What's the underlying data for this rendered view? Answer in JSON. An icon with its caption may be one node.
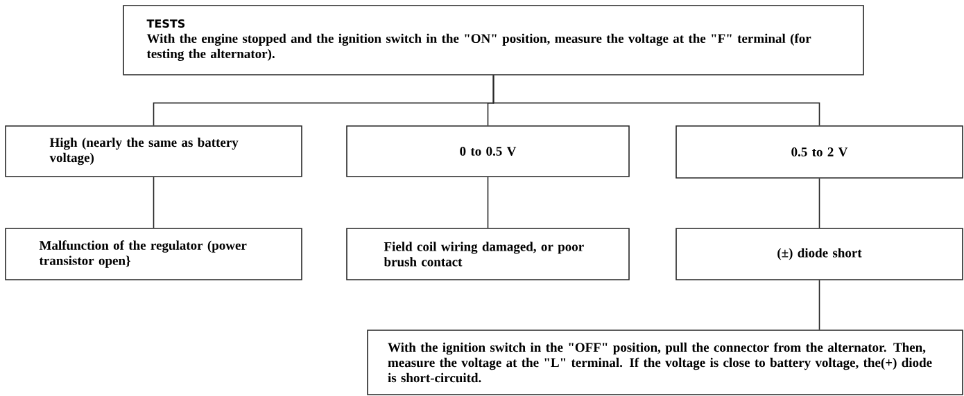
{
  "diagram": {
    "nodes": [
      {
        "text": [
          "TESTS",
          "With the engine stopped and the ignition switch in the \"ON\" position, measure the voltage at the \"F\" terminal (for testing the alternator)."
        ]
      },
      {
        "text": [
          "High (nearly the same as battery voltage)"
        ]
      },
      {
        "text": [
          "0 to 0.5 V"
        ]
      },
      {
        "text": [
          "0.5 to 2 V"
        ]
      },
      {
        "text": [
          "Malfunction of the regulator (power transistor open}"
        ]
      },
      {
        "text": [
          "Field coil wiring damaged, or poor brush contact"
        ]
      },
      {
        "text": [
          "(±) diode short"
        ]
      },
      {
        "text": [
          "With the ignition switch in the \"OFF\" position, pull the connector from the alternator. Then, measure the voltage at the \"L\" terminal. If the voltage is close to battery voltage, the(+) diode is short-circuitd."
        ]
      }
    ],
    "edges": [
      {
        "from": 0,
        "to": 1,
        "arrow": "none"
      },
      {
        "from": 0,
        "to": 2,
        "arrow": "none"
      },
      {
        "from": 0,
        "to": 3,
        "arrow": "none"
      },
      {
        "from": 1,
        "to": 4,
        "arrow": "none"
      },
      {
        "from": 2,
        "to": 5,
        "arrow": "none"
      },
      {
        "from": 3,
        "to": 6,
        "arrow": "none"
      },
      {
        "from": 6,
        "to": 7,
        "arrow": "none"
      }
    ]
  }
}
